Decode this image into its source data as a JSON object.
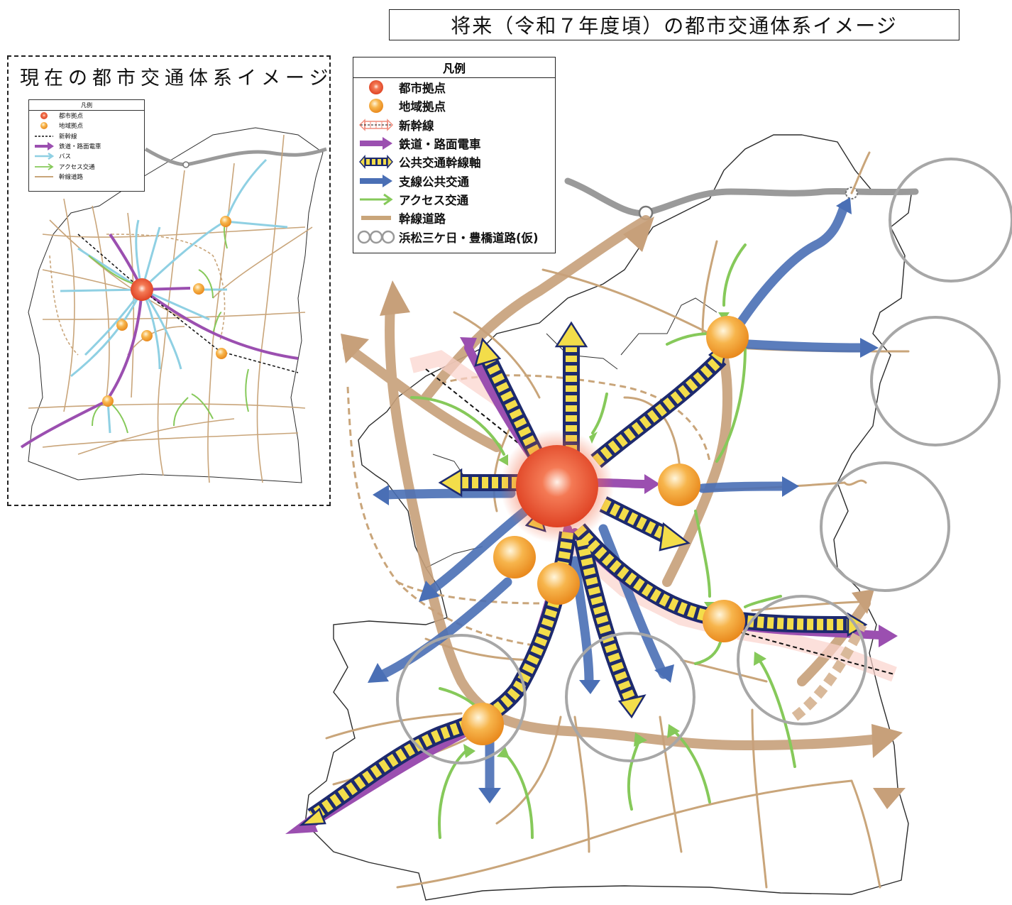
{
  "future_title": "将来（令和７年度頃）の都市交通体系イメージ",
  "current_title": "現在の都市交通体系イメージ",
  "legend_future": {
    "title": "凡例",
    "items": [
      {
        "label": "都市拠点",
        "symbol": "urban-hub-icon"
      },
      {
        "label": "地域拠点",
        "symbol": "regional-hub-icon"
      },
      {
        "label": "新幹線",
        "symbol": "shinkansen-line-icon"
      },
      {
        "label": "鉄道・路面電車",
        "symbol": "railway-arrow-icon"
      },
      {
        "label": "公共交通幹線軸",
        "symbol": "trunk-transit-axis-icon"
      },
      {
        "label": "支線公共交通",
        "symbol": "branch-transit-arrow-icon"
      },
      {
        "label": "アクセス交通",
        "symbol": "access-arrow-icon"
      },
      {
        "label": "幹線道路",
        "symbol": "arterial-road-icon"
      },
      {
        "label": "浜松三ケ日・豊橋道路(仮)",
        "symbol": "expressway-circles-icon"
      }
    ]
  },
  "legend_current": {
    "title": "凡例",
    "items": [
      {
        "label": "都市拠点",
        "symbol": "urban-hub-icon"
      },
      {
        "label": "地域拠点",
        "symbol": "regional-hub-icon"
      },
      {
        "label": "新幹線",
        "symbol": "shinkansen-line-icon"
      },
      {
        "label": "鉄道・路面電車",
        "symbol": "railway-arrow-icon"
      },
      {
        "label": "バス",
        "symbol": "bus-arrow-icon"
      },
      {
        "label": "アクセス交通",
        "symbol": "access-arrow-icon"
      },
      {
        "label": "幹線道路",
        "symbol": "arterial-road-icon"
      }
    ]
  },
  "colors": {
    "urban_hub": "#e8472c",
    "regional_hub": "#f5a93a",
    "railway": "#9b4fb0",
    "branch_transit": "#4a6fb5",
    "access": "#86c95a",
    "arterial_road": "#c9a57a",
    "trunk_axis_fill": "#f3dd4a",
    "trunk_axis_outline": "#1d2a6e",
    "bus": "#8fd0e3",
    "shinkansen_pink": "#f08b7c",
    "expressway": "#999999",
    "boundary": "#222222"
  }
}
